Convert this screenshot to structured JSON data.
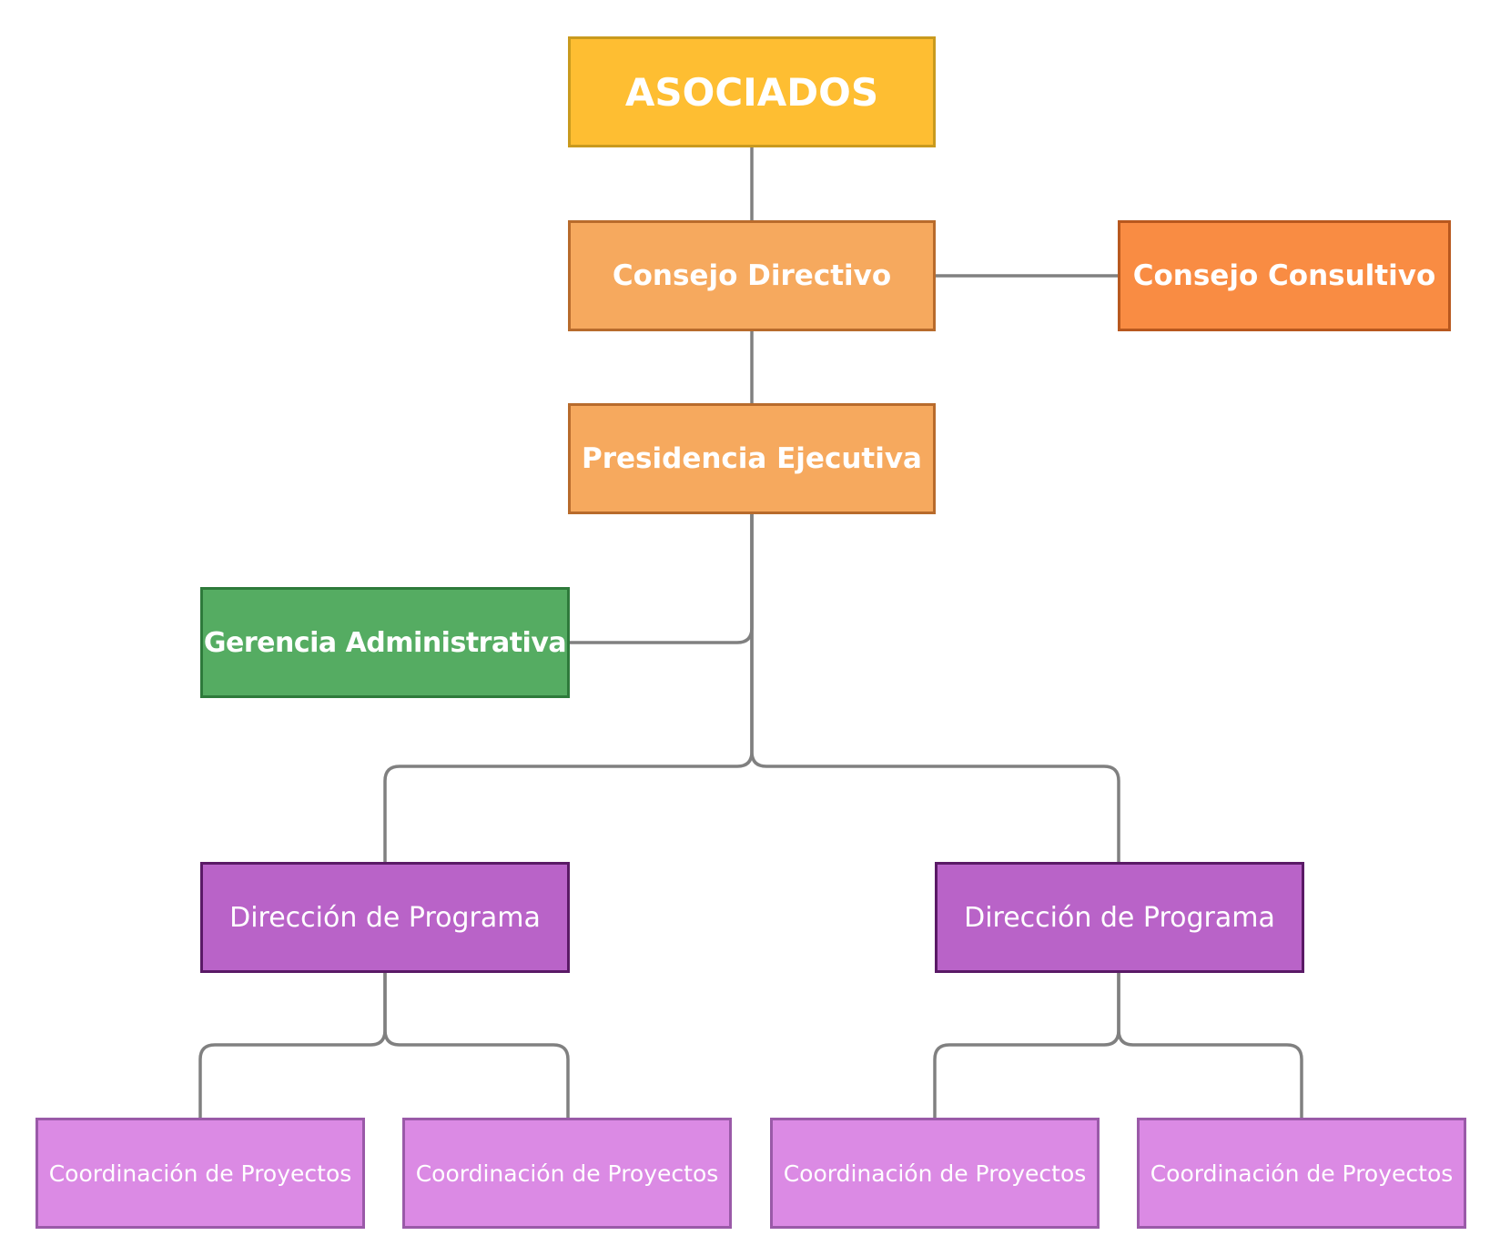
{
  "diagram": {
    "nodes": {
      "asociados": {
        "label": "ASOCIADOS",
        "fill": "#FEBE32",
        "border": "#C99A1E"
      },
      "consejo_directivo": {
        "label": "Consejo Directivo",
        "fill": "#F6A95E",
        "border": "#B86B2C"
      },
      "consejo_consultivo": {
        "label": "Consejo Consultivo",
        "fill": "#F98C43",
        "border": "#B8581E"
      },
      "presidencia": {
        "label": "Presidencia Ejecutiva",
        "fill": "#F6A95E",
        "border": "#B86B2C"
      },
      "gerencia": {
        "label": "Gerencia Administrativa",
        "fill": "#55AC62",
        "border": "#2E7A3B"
      },
      "direccion_1": {
        "label": "Dirección de Programa",
        "fill": "#B963C8",
        "border": "#5A1A66"
      },
      "direccion_2": {
        "label": "Dirección de Programa",
        "fill": "#B963C8",
        "border": "#5A1A66"
      },
      "coord_1": {
        "label": "Coordinación de Proyectos",
        "fill": "#DB8AE4",
        "border": "#9A5AA8"
      },
      "coord_2": {
        "label": "Coordinación de Proyectos",
        "fill": "#DB8AE4",
        "border": "#9A5AA8"
      },
      "coord_3": {
        "label": "Coordinación de Proyectos",
        "fill": "#DB8AE4",
        "border": "#9A5AA8"
      },
      "coord_4": {
        "label": "Coordinación de Proyectos",
        "fill": "#DB8AE4",
        "border": "#9A5AA8"
      }
    },
    "edges": [
      [
        "asociados",
        "consejo_directivo"
      ],
      [
        "consejo_directivo",
        "consejo_consultivo"
      ],
      [
        "consejo_directivo",
        "presidencia"
      ],
      [
        "presidencia",
        "gerencia"
      ],
      [
        "presidencia",
        "direccion_1"
      ],
      [
        "presidencia",
        "direccion_2"
      ],
      [
        "direccion_1",
        "coord_1"
      ],
      [
        "direccion_1",
        "coord_2"
      ],
      [
        "direccion_2",
        "coord_3"
      ],
      [
        "direccion_2",
        "coord_4"
      ]
    ],
    "connector_color": "#808080"
  }
}
